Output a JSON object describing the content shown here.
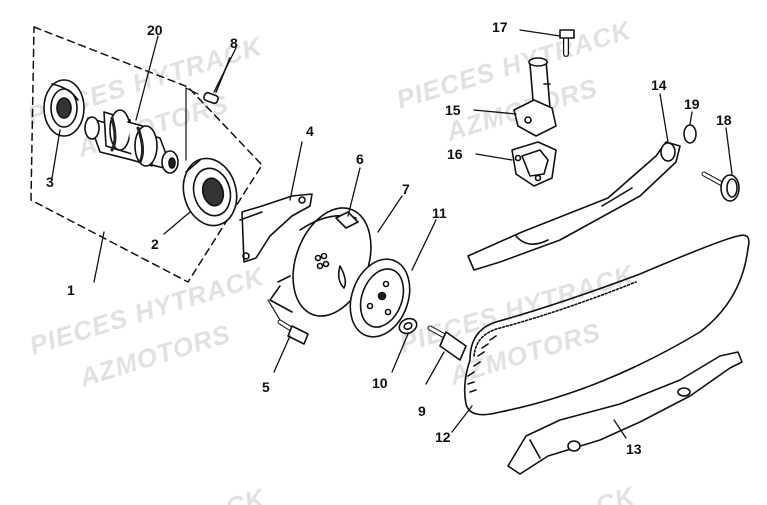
{
  "diagram": {
    "watermark_line1": "PIECES HYTRACK",
    "watermark_line2": "AZMOTORS",
    "watermark_partial": "CK",
    "callouts": [
      "1",
      "2",
      "3",
      "4",
      "5",
      "6",
      "7",
      "8",
      "9",
      "10",
      "11",
      "12",
      "13",
      "14",
      "15",
      "16",
      "17",
      "18",
      "19",
      "20"
    ]
  },
  "colors": {
    "line": "#111111",
    "watermark": "#aaaaaa",
    "background": "#ffffff"
  }
}
